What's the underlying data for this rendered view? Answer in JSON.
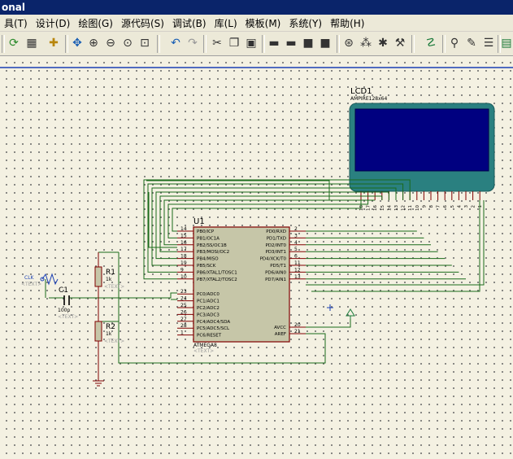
{
  "window": {
    "title": "onal"
  },
  "menu": [
    "具(T)",
    "设计(D)",
    "绘图(G)",
    "源代码(S)",
    "调试(B)",
    "库(L)",
    "模板(M)",
    "系统(Y)",
    "帮助(H)"
  ],
  "toolbar": {
    "icons": [
      "refresh-icon",
      "grid-icon",
      "origin-icon",
      "pan-icon",
      "zoom-in-icon",
      "zoom-out-icon",
      "zoom-all-icon",
      "zoom-area-icon",
      "undo-icon",
      "redo-icon",
      "cut-icon",
      "copy-icon",
      "paste-icon",
      "block-copy-icon",
      "block-move-icon",
      "block-rotate-icon",
      "block-delete-icon",
      "pick-device-icon",
      "make-device-icon",
      "package-icon",
      "decompose-icon",
      "wire-autoroute-icon",
      "search-icon",
      "property-tool-icon",
      "netlist-icon"
    ]
  },
  "schematic": {
    "lcd": {
      "ref": "LCD1",
      "part": "AMPIRE128x64"
    },
    "mcu": {
      "ref": "U1",
      "part": "ATMEGA8",
      "text": "<TEXT>",
      "left_pins": [
        {
          "num": "14",
          "name": "PB0/ICP"
        },
        {
          "num": "15",
          "name": "PB1/OC1A"
        },
        {
          "num": "16",
          "name": "PB2/SS/OC1B"
        },
        {
          "num": "17",
          "name": "PB3/MOSI/OC2"
        },
        {
          "num": "18",
          "name": "PB4/MISO"
        },
        {
          "num": "19",
          "name": "PB5/SCK"
        },
        {
          "num": "9",
          "name": "PB6/XTAL1/TOSC1"
        },
        {
          "num": "10",
          "name": "PB7/XTAL2/TOSC2"
        },
        {
          "num": "23",
          "name": "PC0/ADC0"
        },
        {
          "num": "24",
          "name": "PC1/ADC1"
        },
        {
          "num": "25",
          "name": "PC2/ADC2"
        },
        {
          "num": "26",
          "name": "PC3/ADC3"
        },
        {
          "num": "27",
          "name": "PC4/ADC4/SDA"
        },
        {
          "num": "28",
          "name": "PC5/ADC5/SCL"
        },
        {
          "num": "1",
          "name": "PC6/RESET"
        }
      ],
      "right_pins": [
        {
          "num": "2",
          "name": "PD0/RXD"
        },
        {
          "num": "3",
          "name": "PD1/TXD"
        },
        {
          "num": "4",
          "name": "PD2/INT0"
        },
        {
          "num": "5",
          "name": "PD3/INT1"
        },
        {
          "num": "6",
          "name": "PD4/XCK/T0"
        },
        {
          "num": "11",
          "name": "PD5/T1"
        },
        {
          "num": "12",
          "name": "PD6/AIN0"
        },
        {
          "num": "13",
          "name": "PD7/AIN1"
        },
        {
          "num": "20",
          "name": "AVCC"
        },
        {
          "num": "21",
          "name": "AREF"
        }
      ]
    },
    "r1": {
      "ref": "R1",
      "value": "1k",
      "text": "<TEXT>"
    },
    "r2": {
      "ref": "R2",
      "value": "1k",
      "text": "<TEXT>"
    },
    "c1": {
      "ref": "C1",
      "value": "100p",
      "text": "<TEXT>"
    },
    "clk": {
      "ref": "CLK",
      "text": "<TEXT>"
    },
    "lcd_pins": [
      "18",
      "17",
      "16",
      "15",
      "14",
      "13",
      "12",
      "11",
      "10",
      "9",
      "8",
      "7",
      "6",
      "5",
      "4",
      "3",
      "2",
      "1"
    ]
  }
}
